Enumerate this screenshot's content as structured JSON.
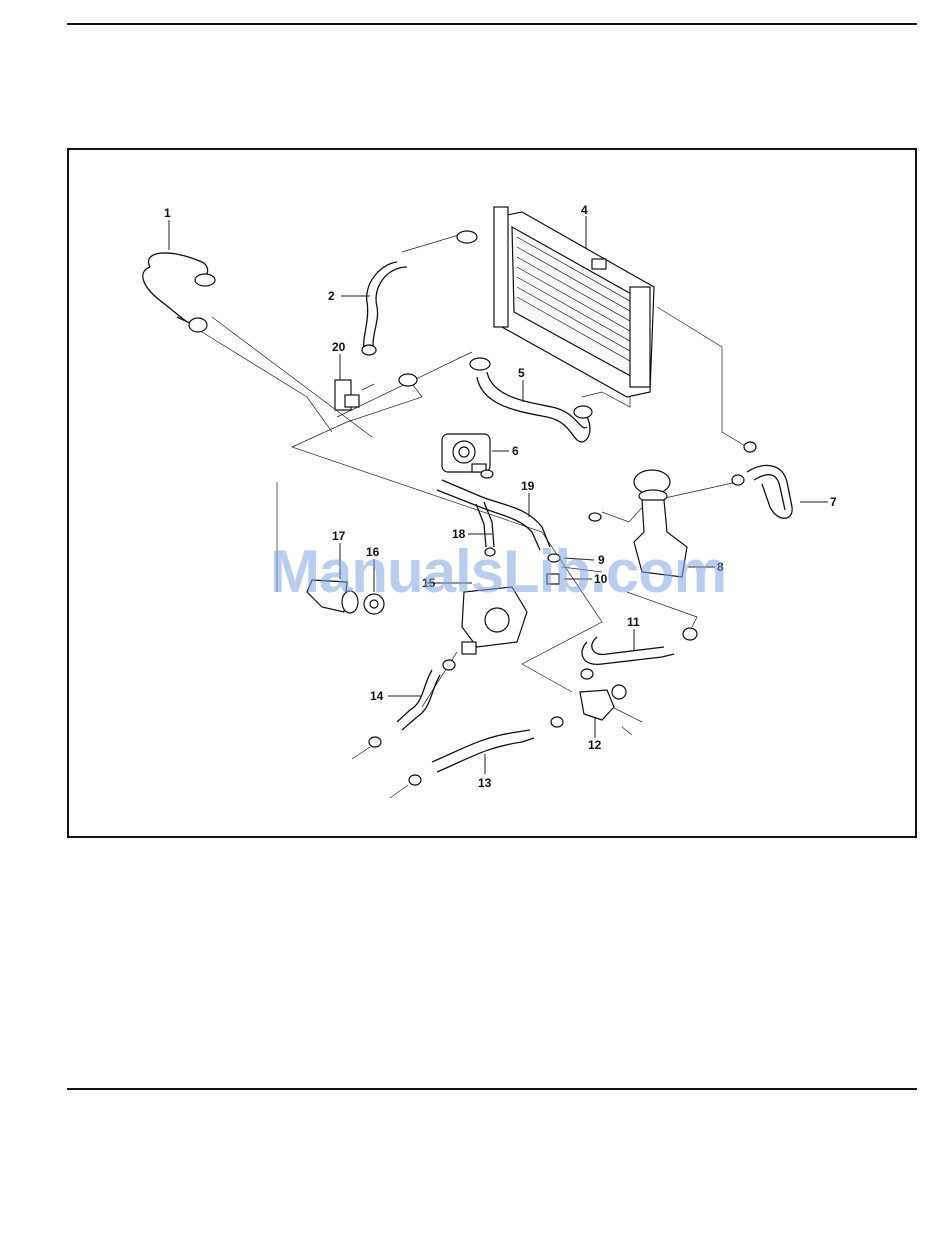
{
  "page": {
    "watermark": "ManualsLib.com"
  },
  "diagram": {
    "callouts": [
      "1",
      "2",
      "4",
      "5",
      "6",
      "7",
      "8",
      "9",
      "10",
      "11",
      "12",
      "13",
      "14",
      "16",
      "17",
      "18",
      "19",
      "20",
      "15"
    ]
  }
}
